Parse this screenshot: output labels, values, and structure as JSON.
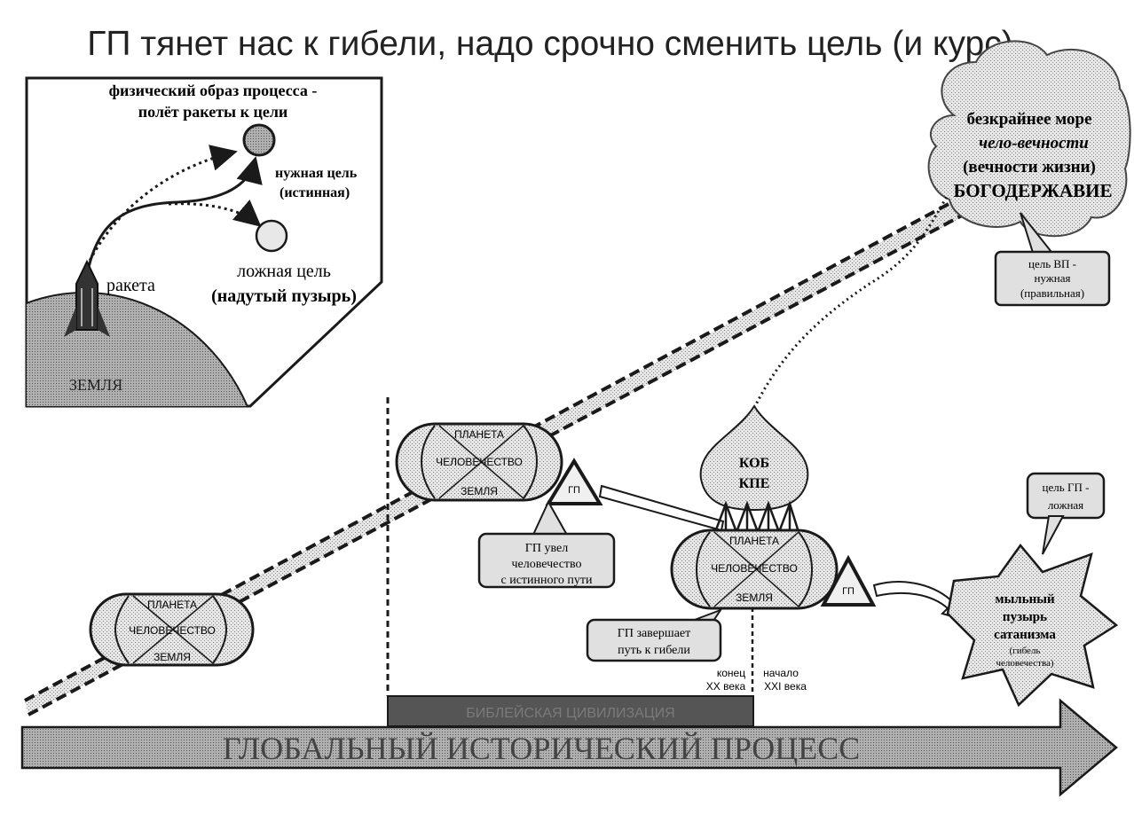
{
  "title": "ГП тянет нас к гибели, надо срочно сменить цель (и курс)",
  "inset": {
    "heading_line1": "физический образ процесса -",
    "heading_line2": "полёт ракеты к цели",
    "true_goal_line1": "нужная цель",
    "true_goal_line2": "(истинная)",
    "false_goal_line1": "ложная цель",
    "false_goal_line2": "(надутый пузырь)",
    "rocket_label": "ракета",
    "earth_label": "ЗЕМЛЯ"
  },
  "eternity_cloud": {
    "line1": "безкрайнее море",
    "line2": "чело-вечности",
    "line3": "(вечности жизни)",
    "line4": "БОГОДЕРЖАВИЕ"
  },
  "callout_vp": {
    "line1": "цель ВП -",
    "line2": "нужная",
    "line3": "(правильная)"
  },
  "callout_gp": {
    "line1": "цель ГП -",
    "line2": "ложная"
  },
  "kob": {
    "line1": "КОБ",
    "line2": "КПЕ"
  },
  "triad": {
    "top": "ПЛАНЕТА",
    "middle": "ЧЕЛОВЕЧЕСТВО",
    "bottom": "ЗЕМЛЯ"
  },
  "triad_left": {
    "top": "ПЛАНЕТА",
    "middle": "ЧЕЛОВЕЧЕСТВО",
    "bottom": "ЗЕМЛЯ"
  },
  "gp_marker": "ГП",
  "callout_led": {
    "line1": "ГП увел",
    "line2": "человечество",
    "line3": "с истинного пути"
  },
  "callout_end": {
    "line1": "ГП завершает",
    "line2": "путь к гибели"
  },
  "soap_bubble": {
    "line1": "мыльный",
    "line2": "пузырь",
    "line3": "сатанизма",
    "line4": "(гибель",
    "line5": "человечества)"
  },
  "century_end": {
    "line1": "конец",
    "line2": "XX века"
  },
  "century_start": {
    "line1": "начало",
    "line2": "XXI века"
  },
  "babylon_bar": "БИБЛЕЙСКАЯ ЦИВИЛИЗАЦИЯ",
  "process_arrow": "ГЛОБАЛЬНЫЙ ИСТОРИЧЕСКИЙ ПРОЦЕСС",
  "colors": {
    "ink": "#1a1a1a",
    "shade_light": "#d9d9d9",
    "shade_mid": "#b8b8b8",
    "shade_dark": "#555555"
  }
}
